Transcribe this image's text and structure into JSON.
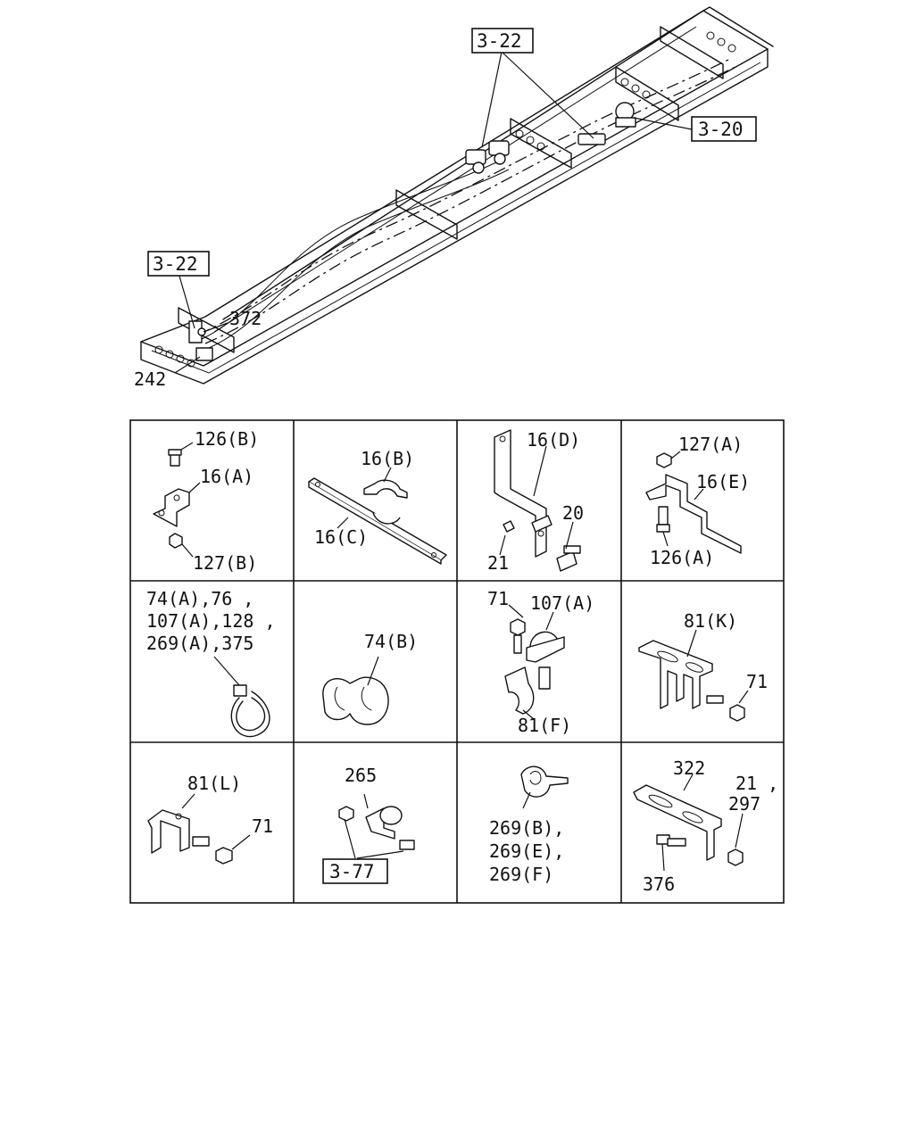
{
  "frame_callouts": {
    "ref_top": "3-22",
    "ref_right": "3-20",
    "ref_left": "3-22",
    "part_372": "372",
    "part_242": "242"
  },
  "cells": {
    "c1": {
      "l1": "126(B)",
      "l2": "16(A)",
      "l3": "127(B)"
    },
    "c2": {
      "l1": "16(B)",
      "l2": "16(C)"
    },
    "c3": {
      "l1": "16(D)",
      "l2": "20",
      "l3": "21"
    },
    "c4": {
      "l1": "127(A)",
      "l2": "16(E)",
      "l3": "126(A)"
    },
    "c5": {
      "l1": "74(A),76 ,",
      "l2": "107(A),128 ,",
      "l3": "269(A),375"
    },
    "c6": {
      "l1": "74(B)"
    },
    "c7": {
      "l1": "71",
      "l2": "107(A)",
      "l3": "81(F)"
    },
    "c8": {
      "l1": "81(K)",
      "l2": "71"
    },
    "c9": {
      "l1": "81(L)",
      "l2": "71"
    },
    "c10": {
      "l1": "265",
      "ref": "3-77"
    },
    "c11": {
      "l1": "269(B),",
      "l2": "269(E),",
      "l3": "269(F)"
    },
    "c12": {
      "l1": "322",
      "l2": "21 ,",
      "l3": "297",
      "l4": "376"
    }
  }
}
